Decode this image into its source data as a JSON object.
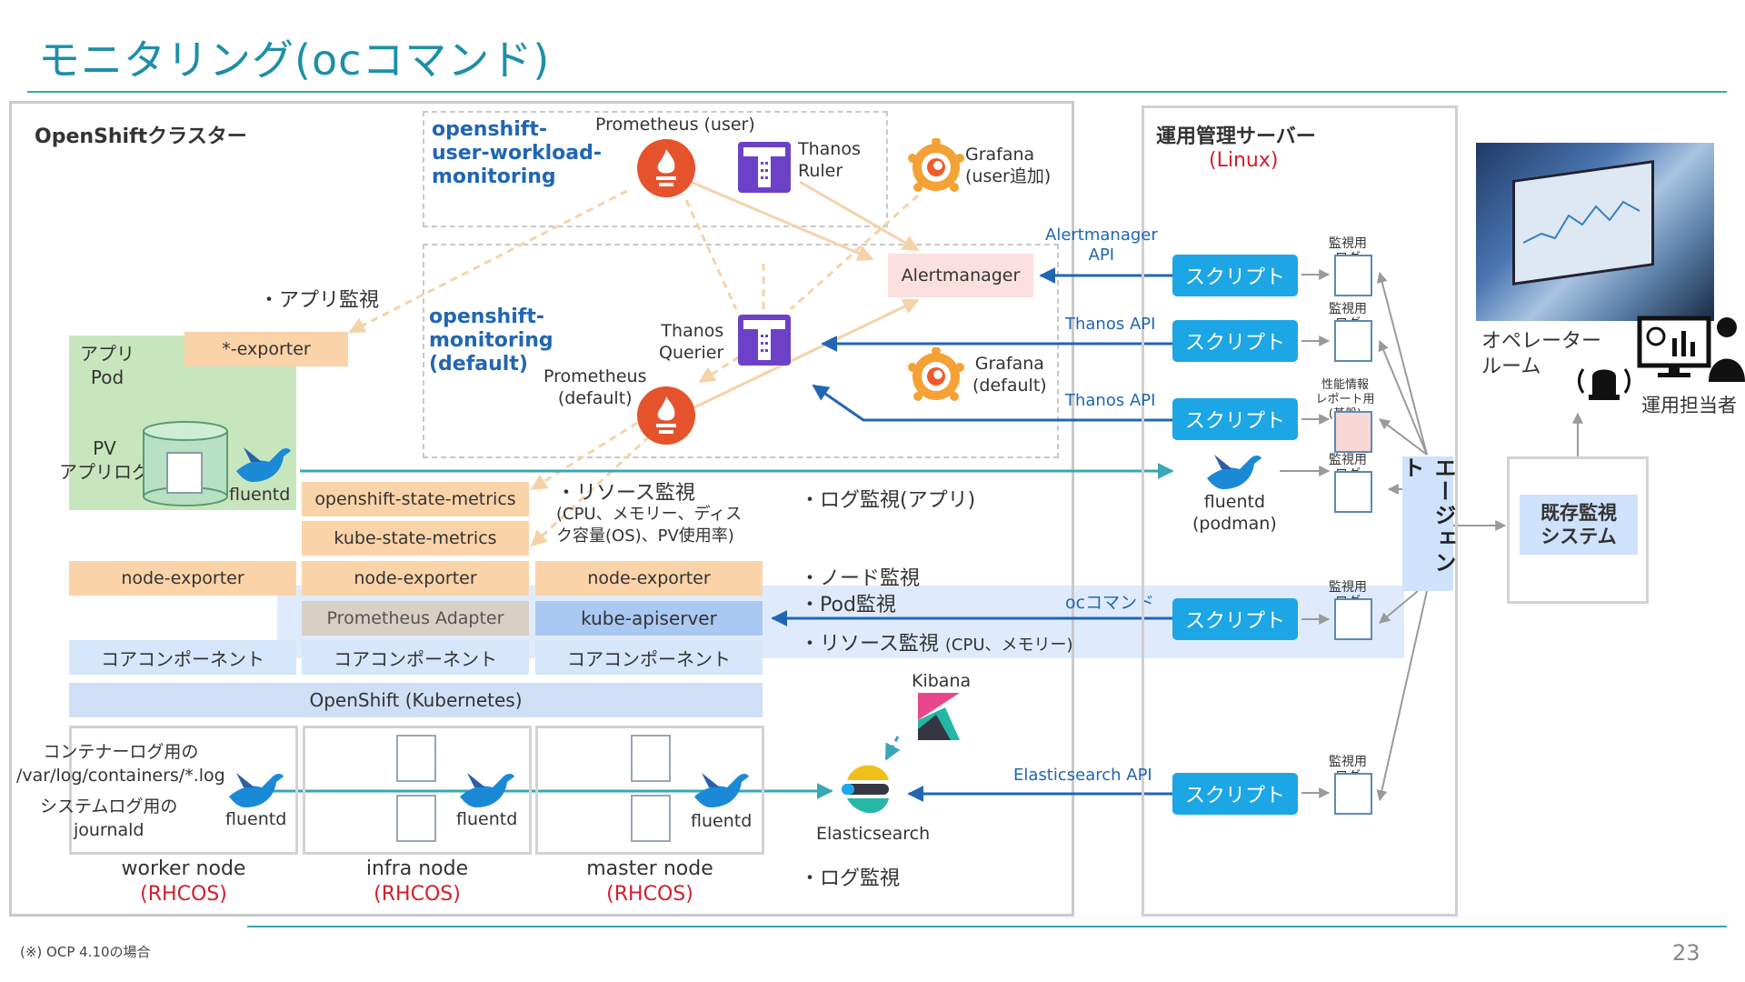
{
  "title": "モニタリング(ocコマンド)",
  "cluster": {
    "title": "OpenShiftクラスター",
    "uwm_label": "openshift-\nuser-workload-\nmonitoring",
    "mon_label": "openshift-\nmonitoring\n(default)",
    "prom_user": "Prometheus (user)",
    "thanos_ruler": "Thanos\nRuler",
    "grafana_user": "Grafana\n(user追加)",
    "alertmanager": "Alertmanager",
    "thanos_querier": "Thanos\nQuerier",
    "prom_default": "Prometheus\n(default)",
    "grafana_default": "Grafana\n(default)",
    "app_monitor": "・アプリ監視",
    "app_pod": "アプリ\nPod",
    "exporter": "*-exporter",
    "pv": "PV\nアプリログ",
    "fluentd": "fluentd",
    "osm": "openshift-state-metrics",
    "ksm": "kube-state-metrics",
    "resource_monitor": "・リソース監視",
    "resource_detail": "(CPU、メモリー、ディス\nク容量(OS)、PV使用率)",
    "log_app": "・ログ監視(アプリ)",
    "node_exporter": "node-exporter",
    "prom_adapter": "Prometheus Adapter",
    "apiserver": "kube-apiserver",
    "core": "コアコンポーネント",
    "openshift": "OpenShift (Kubernetes)",
    "node_monitor": "・ノード監視",
    "pod_monitor": "・Pod監視",
    "resource_monitor2": "・リソース監視",
    "resource_detail2": "(CPU、メモリー)",
    "oc_cmd": "ocコマンド",
    "container_log": "コンテナーログ用の\n/var/log/containers/*.log",
    "system_log": "システムログ用の\njournald",
    "kibana": "Kibana",
    "elasticsearch": "Elasticsearch",
    "log_monitor": "・ログ監視",
    "nodes": [
      {
        "name": "worker node",
        "os": "(RHCOS)"
      },
      {
        "name": "infra node",
        "os": "(RHCOS)"
      },
      {
        "name": "master node",
        "os": "(RHCOS)"
      }
    ]
  },
  "server": {
    "title": "運用管理サーバー",
    "os": "(Linux)",
    "apis": [
      "Alertmanager\nAPI",
      "Thanos API",
      "Thanos API",
      "Elasticsearch API"
    ],
    "script": "スクリプト",
    "log_labels": [
      "監視用\nログ",
      "監視用\nログ",
      "性能情報\nレポート用\n(基盤)",
      "監視用\nログ",
      "監視用\nログ",
      "監視用\nログ"
    ],
    "fluentd_podman": "fluentd\n(podman)",
    "agent": "エージェント"
  },
  "right": {
    "operator_room": "オペレーター\nルーム",
    "operator": "運用担当者",
    "existing_system": "既存監視\nシステム"
  },
  "footer": {
    "note": "(※) OCP 4.10の場合",
    "page": "23"
  },
  "colors": {
    "title": "#1d8fa8",
    "arrow_blue": "#2166b3",
    "arrow_teal": "#3aa6b8",
    "arrow_orange": "#f5d3a8",
    "script": "#1ca6e6",
    "red": "#d41e2a"
  }
}
